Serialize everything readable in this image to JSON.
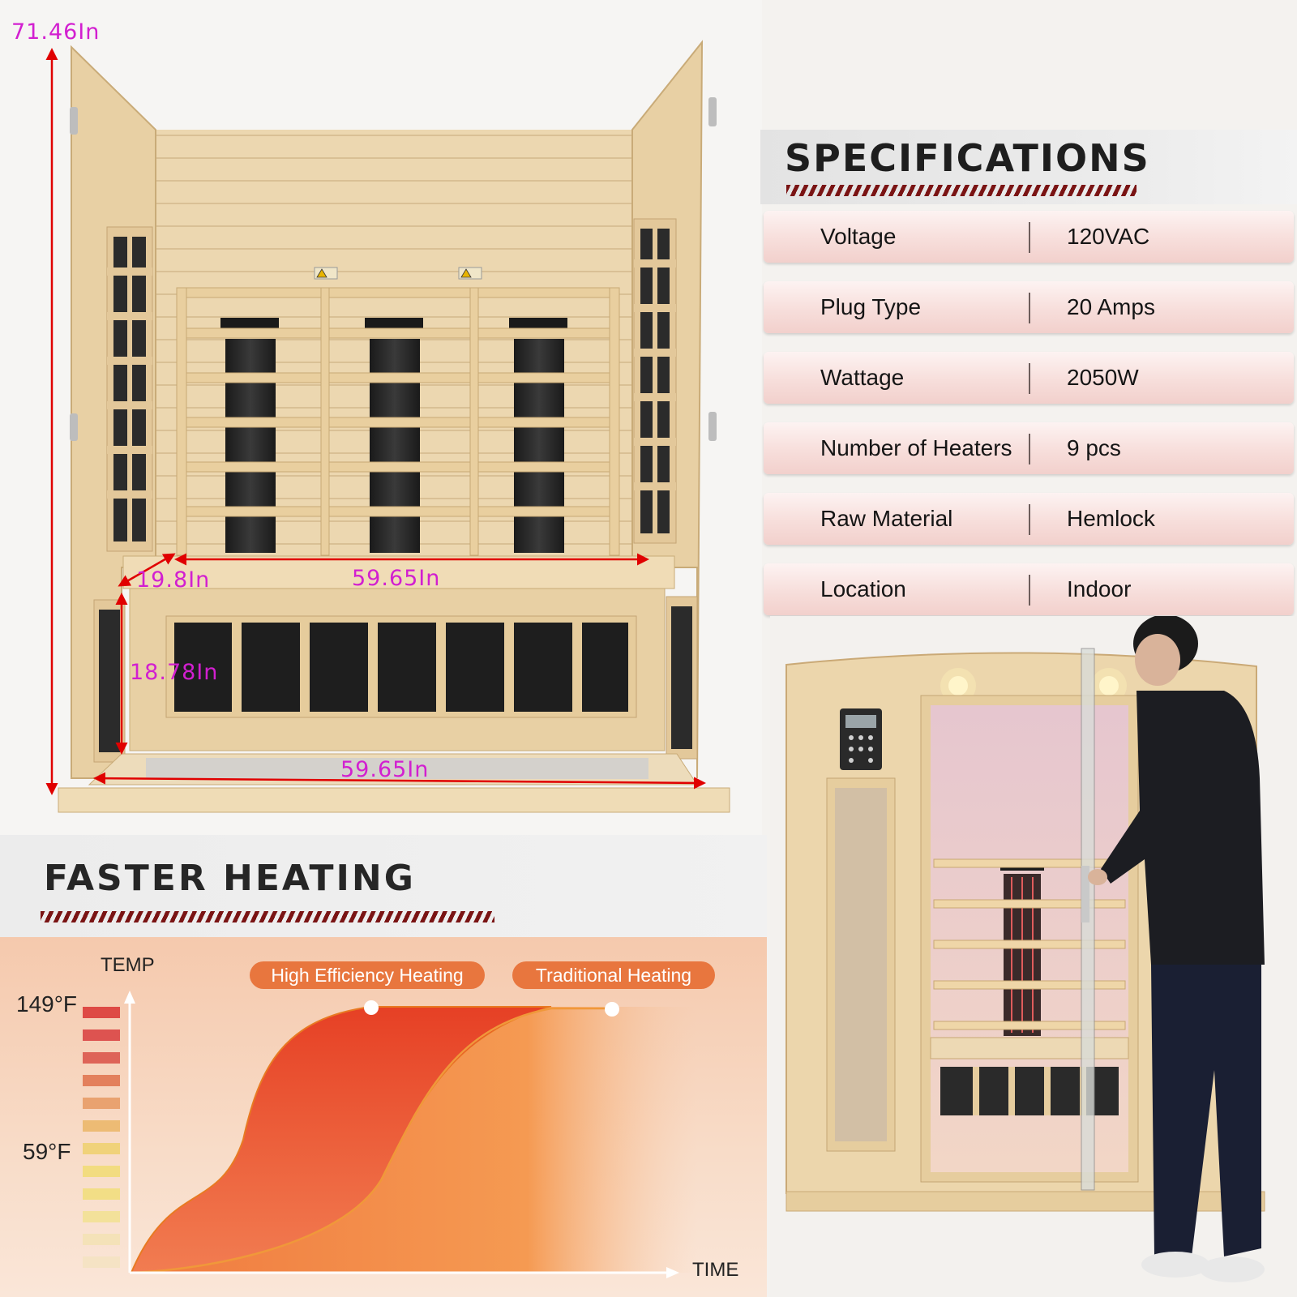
{
  "dimensions": {
    "height": "71.46In",
    "bench_depth": "19.8In",
    "back_width": "59.65In",
    "bench_height": "18.78In",
    "floor_width": "59.65In"
  },
  "specifications": {
    "title": "SPECIFICATIONS",
    "rows": [
      {
        "label": "Voltage",
        "value": "120VAC"
      },
      {
        "label": "Plug Type",
        "value": "20 Amps"
      },
      {
        "label": "Wattage",
        "value": "2050W"
      },
      {
        "label": "Number of Heaters",
        "value": "9 pcs"
      },
      {
        "label": "Raw Material",
        "value": "Hemlock"
      },
      {
        "label": "Location",
        "value": "Indoor"
      }
    ]
  },
  "heating": {
    "title": "FASTER HEATING",
    "y_axis_label": "TEMP",
    "x_axis_label": "TIME",
    "y_max_label": "149°F",
    "y_mid_label": "59°F",
    "series": [
      {
        "name": "High Efficiency Heating",
        "color": "#e8452a"
      },
      {
        "name": "Traditional Heating",
        "color": "#f59a4e"
      }
    ]
  },
  "colors": {
    "dimension_text": "#d21fd0",
    "dimension_arrow": "#e00000",
    "stripe": "#7a1414",
    "wood": "#ecd7b0"
  }
}
